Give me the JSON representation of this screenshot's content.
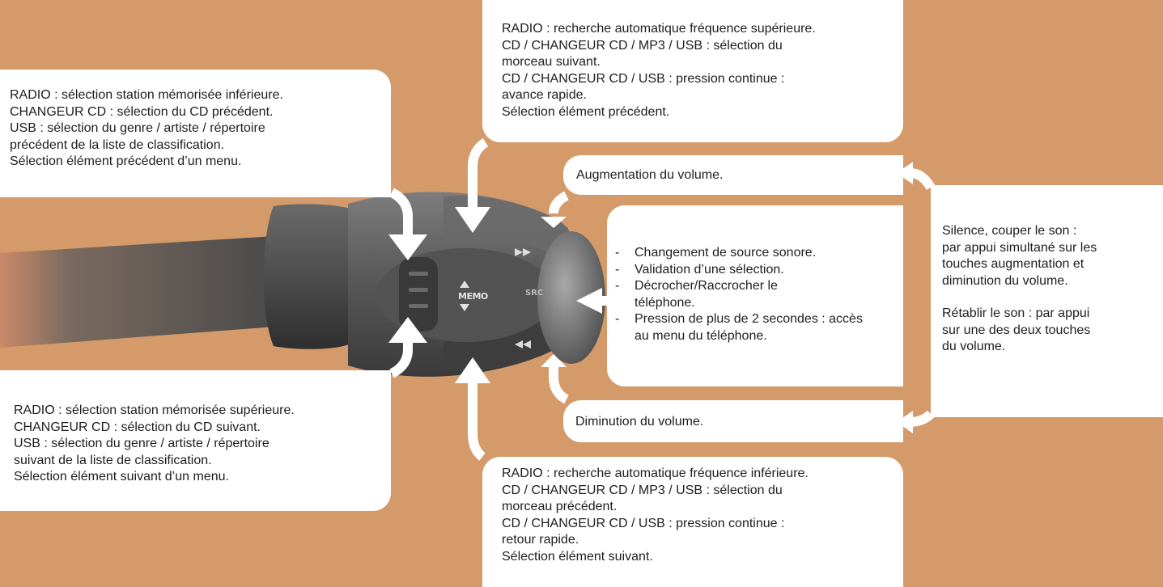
{
  "top_left": {
    "lines": [
      "RADIO : sélection station mémorisée inférieure.",
      "CHANGEUR CD : sélection du CD précédent.",
      "USB : sélection du genre / artiste / répertoire",
      "précédent de la liste de classification.",
      "Sélection élément précédent d’un menu."
    ]
  },
  "bottom_left": {
    "lines": [
      "RADIO : sélection station mémorisée supérieure.",
      "CHANGEUR CD : sélection du CD suivant.",
      "USB : sélection du genre / artiste / répertoire",
      "suivant de la liste de classification.",
      "Sélection élément suivant d’un menu."
    ]
  },
  "top_right": {
    "lines": [
      "RADIO : recherche automatique fréquence supérieure.",
      "CD / CHANGEUR CD / MP3 / USB : sélection du",
      "morceau suivant.",
      "CD / CHANGEUR CD / USB : pression continue :",
      "avance rapide.",
      "Sélection élément précédent."
    ]
  },
  "bottom_right": {
    "lines": [
      "RADIO : recherche automatique fréquence inférieure.",
      "CD / CHANGEUR CD / MP3 / USB : sélection du",
      "morceau précédent.",
      "CD / CHANGEUR CD / USB : pression continue :",
      "retour rapide.",
      "Sélection élément suivant."
    ]
  },
  "volume_up": {
    "label": "Augmentation du volume."
  },
  "volume_down": {
    "label": "Diminution du volume."
  },
  "center": {
    "items": [
      "Changement de source sonore.",
      "Validation d’une sélection.",
      "Décrocher/Raccrocher le téléphone.",
      "Pression de plus de 2 secondes : accès au menu du téléphone."
    ]
  },
  "silence": {
    "paragraph1": [
      "Silence, couper le son :",
      "par appui simultané sur les",
      "touches augmentation et",
      "diminution du volume."
    ],
    "paragraph2": [
      "Rétablir le son : par appui",
      "sur une des deux touches",
      "du volume."
    ]
  },
  "control": {
    "memo_label": "MEMO",
    "src_label": "SRC"
  },
  "colors": {
    "background": "#d49a6a",
    "box": "#ffffff",
    "control_body": "#555555"
  }
}
